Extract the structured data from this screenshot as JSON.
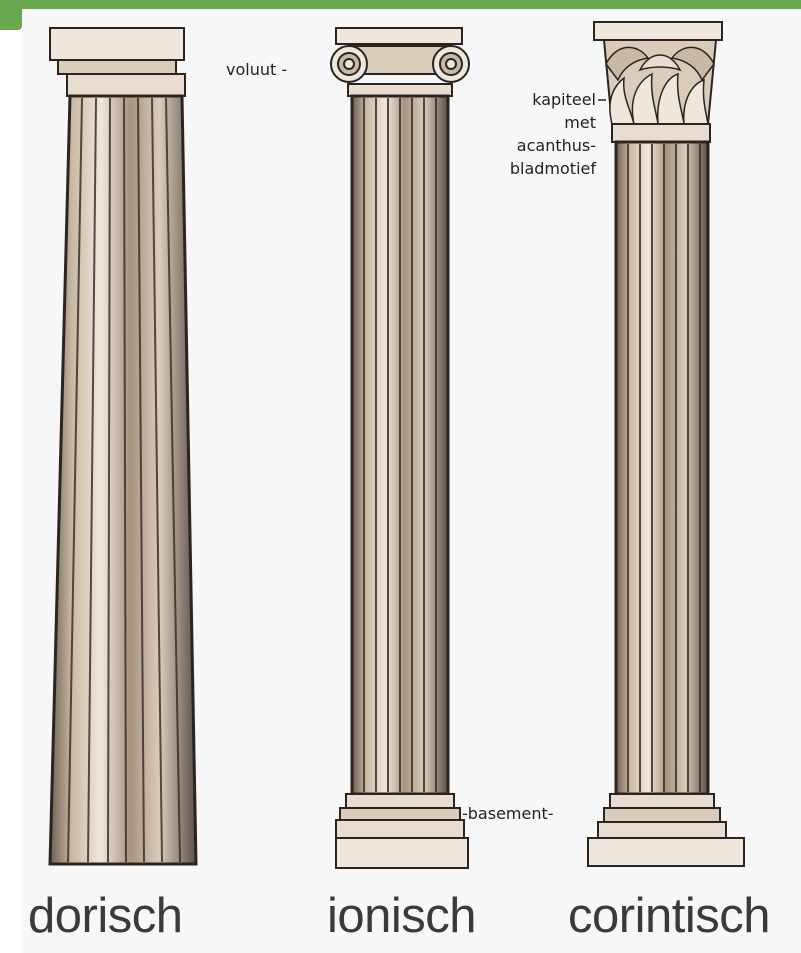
{
  "labels": {
    "voluut": "voluut -",
    "kapiteel_lines": [
      "kapiteel",
      "met",
      "acanthus-",
      "bladmotief"
    ],
    "basement": "-basement-"
  },
  "captions": {
    "doric": "dorisch",
    "ionic": "ionisch",
    "corinthian": "corintisch"
  },
  "colors": {
    "frame_green": "#6aa84f",
    "background": "#f7f7f7",
    "stone_light": "#efe7dc",
    "stone_mid": "#c9b9a4",
    "stone_dark": "#8b7867",
    "outline": "#2b2420"
  }
}
